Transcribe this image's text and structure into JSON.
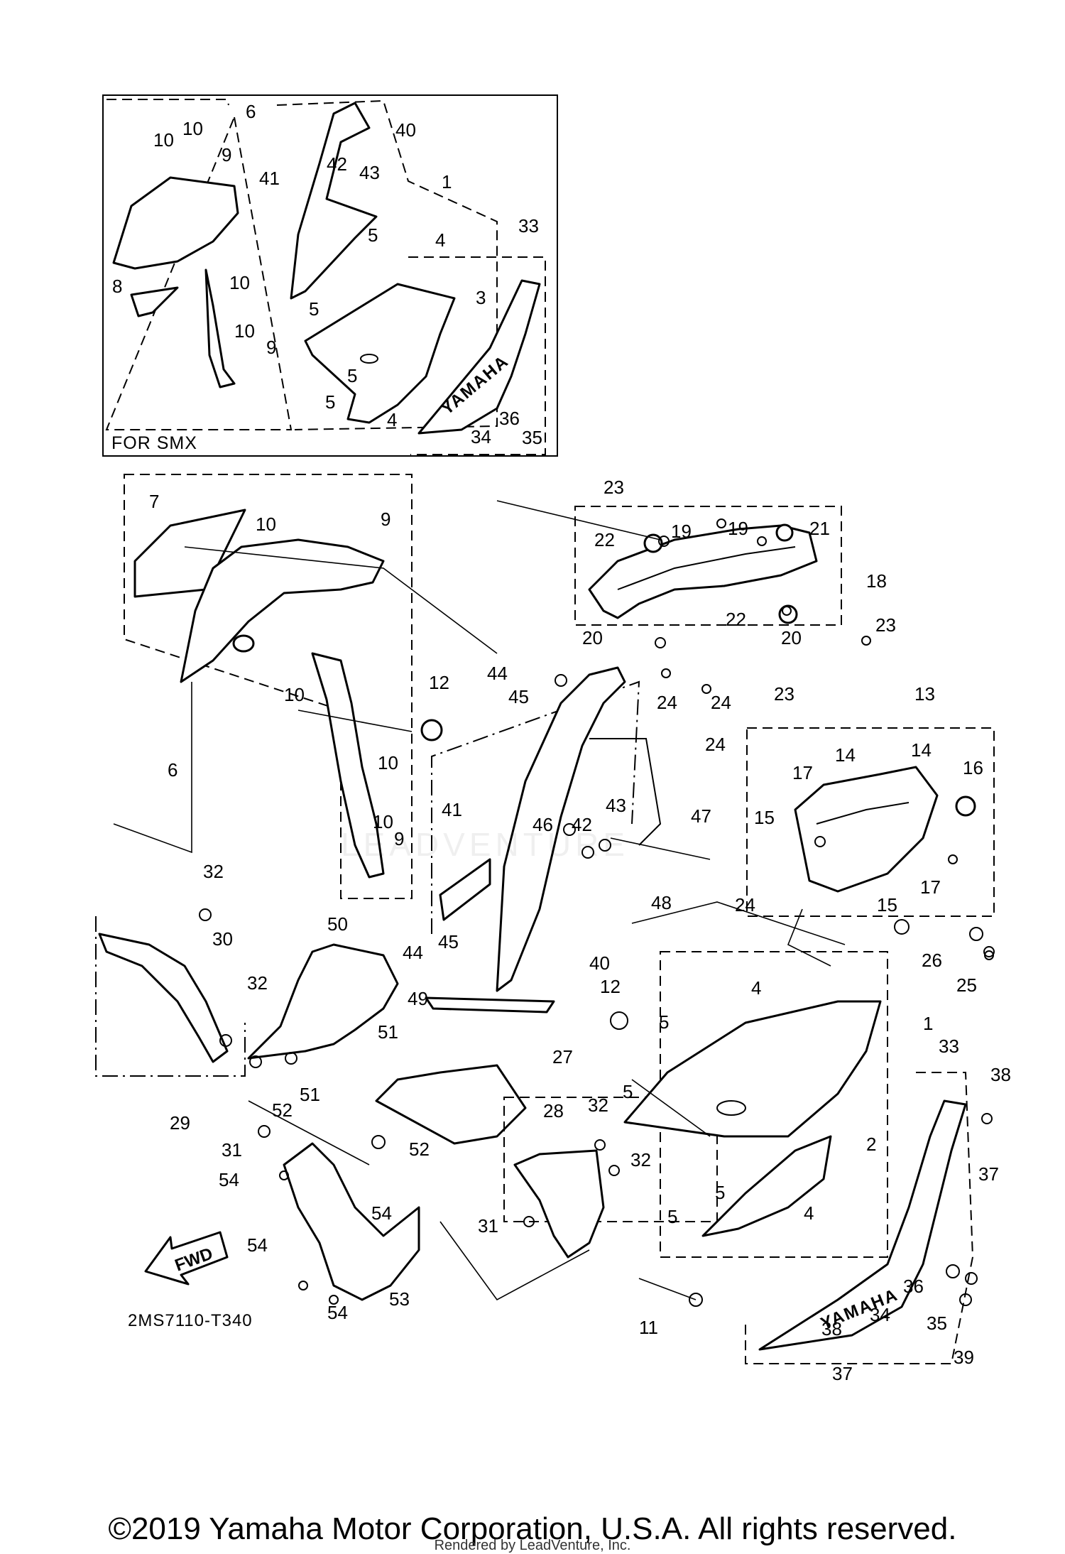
{
  "inset": {
    "label": "FOR SMX"
  },
  "drawing_code": "2MS7110-T340",
  "fwd_label": "FWD",
  "brand_mark": "YAMAHA",
  "watermark": "LEADVENTURE",
  "copyright": "©2019 Yamaha Motor Corporation, U.S.A. All rights reserved.",
  "rendered_by": "Rendered by LeadVenture, Inc.",
  "callouts": [
    "6",
    "10",
    "10",
    "9",
    "40",
    "42",
    "43",
    "41",
    "1",
    "4",
    "5",
    "5",
    "3",
    "33",
    "8",
    "10",
    "10",
    "9",
    "5",
    "5",
    "4",
    "34",
    "36",
    "35",
    "23",
    "19",
    "19",
    "21",
    "22",
    "18",
    "22",
    "20",
    "20",
    "23",
    "24",
    "24",
    "7",
    "10",
    "9",
    "10",
    "12",
    "6",
    "10",
    "10",
    "9",
    "44",
    "45",
    "46",
    "42",
    "43",
    "47",
    "41",
    "48",
    "24",
    "45",
    "44",
    "40",
    "23",
    "13",
    "24",
    "17",
    "14",
    "14",
    "16",
    "15",
    "17",
    "15",
    "26",
    "25",
    "32",
    "30",
    "50",
    "32",
    "29",
    "51",
    "52",
    "51",
    "31",
    "52",
    "54",
    "54",
    "54",
    "54",
    "53",
    "49",
    "27",
    "28",
    "32",
    "32",
    "31",
    "12",
    "4",
    "5",
    "5",
    "1",
    "2",
    "33",
    "38",
    "37",
    "5",
    "5",
    "4",
    "11",
    "36",
    "35",
    "34",
    "38",
    "37",
    "39"
  ]
}
